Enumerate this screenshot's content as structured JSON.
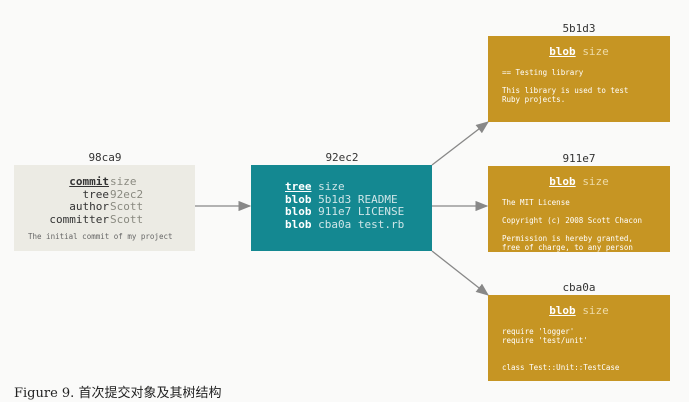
{
  "commit": {
    "id": "98ca9",
    "type": "commit",
    "size": "size",
    "rows": [
      {
        "key": "tree",
        "val": "92ec2"
      },
      {
        "key": "author",
        "val": "Scott"
      },
      {
        "key": "committer",
        "val": "Scott"
      }
    ],
    "message": "The initial commit of my project"
  },
  "tree": {
    "id": "92ec2",
    "type": "tree",
    "size": "size",
    "entries": [
      {
        "kind": "blob",
        "hash": "5b1d3",
        "name": "README"
      },
      {
        "kind": "blob",
        "hash": "911e7",
        "name": "LICENSE"
      },
      {
        "kind": "blob",
        "hash": "cba0a",
        "name": "test.rb"
      }
    ]
  },
  "blobs": [
    {
      "id": "5b1d3",
      "type": "blob",
      "size": "size",
      "lines": [
        "== Testing library",
        "",
        "This library is used to test",
        "Ruby projects."
      ]
    },
    {
      "id": "911e7",
      "type": "blob",
      "size": "size",
      "lines": [
        "The MIT License",
        "",
        "Copyright (c) 2008 Scott Chacon",
        "",
        "Permission is hereby granted,",
        "free of charge, to any person"
      ]
    },
    {
      "id": "cba0a",
      "type": "blob",
      "size": "size",
      "lines": [
        "require 'logger'",
        "require 'test/unit'",
        "",
        "",
        "class Test::Unit::TestCase"
      ]
    }
  ],
  "caption": "Figure 9. 首次提交对象及其树结构",
  "colors": {
    "commit": "#ecebe4",
    "tree": "#148891",
    "blob": "#c69523",
    "arrow": "#888888"
  }
}
